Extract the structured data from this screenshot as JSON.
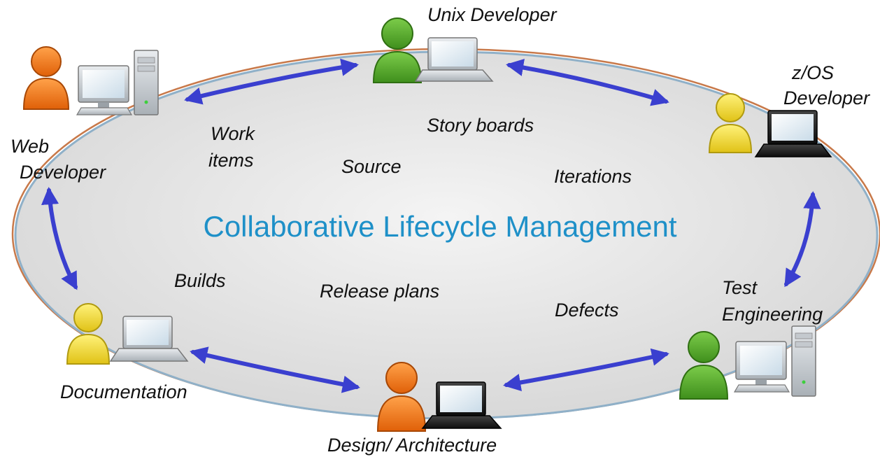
{
  "diagram": {
    "title": "Collaborative Lifecycle Management",
    "roles": [
      {
        "id": "unix-developer",
        "label": "Unix Developer",
        "person_color": "green",
        "device": "laptop-silver"
      },
      {
        "id": "zos-developer",
        "label_lines": [
          "z/OS",
          "Developer"
        ],
        "person_color": "yellow",
        "device": "laptop-black"
      },
      {
        "id": "web-developer",
        "label_lines": [
          "Web",
          "Developer"
        ],
        "person_color": "orange",
        "device": "desktop"
      },
      {
        "id": "test-engineering",
        "label_lines": [
          "Test",
          "Engineering"
        ],
        "person_color": "green",
        "device": "desktop"
      },
      {
        "id": "documentation",
        "label": "Documentation",
        "person_color": "yellow",
        "device": "laptop-silver"
      },
      {
        "id": "design-architecture",
        "label": "Design/ Architecture",
        "person_color": "orange",
        "device": "laptop-black"
      }
    ],
    "artifacts": {
      "work_items": [
        "Work",
        "items"
      ],
      "story_boards": "Story boards",
      "source": "Source",
      "iterations": "Iterations",
      "builds": "Builds",
      "release_plans": "Release plans",
      "defects": "Defects"
    },
    "colors": {
      "title": "#1e90c8",
      "arrow": "#3a3fcf",
      "ellipse_fill": "#e2e2e2",
      "ellipse_border_outer": "#c8794a",
      "ellipse_border_inner": "#8fb0c8",
      "green": "#5cae2e",
      "yellow": "#f2dc2a",
      "orange": "#f07a16"
    }
  }
}
